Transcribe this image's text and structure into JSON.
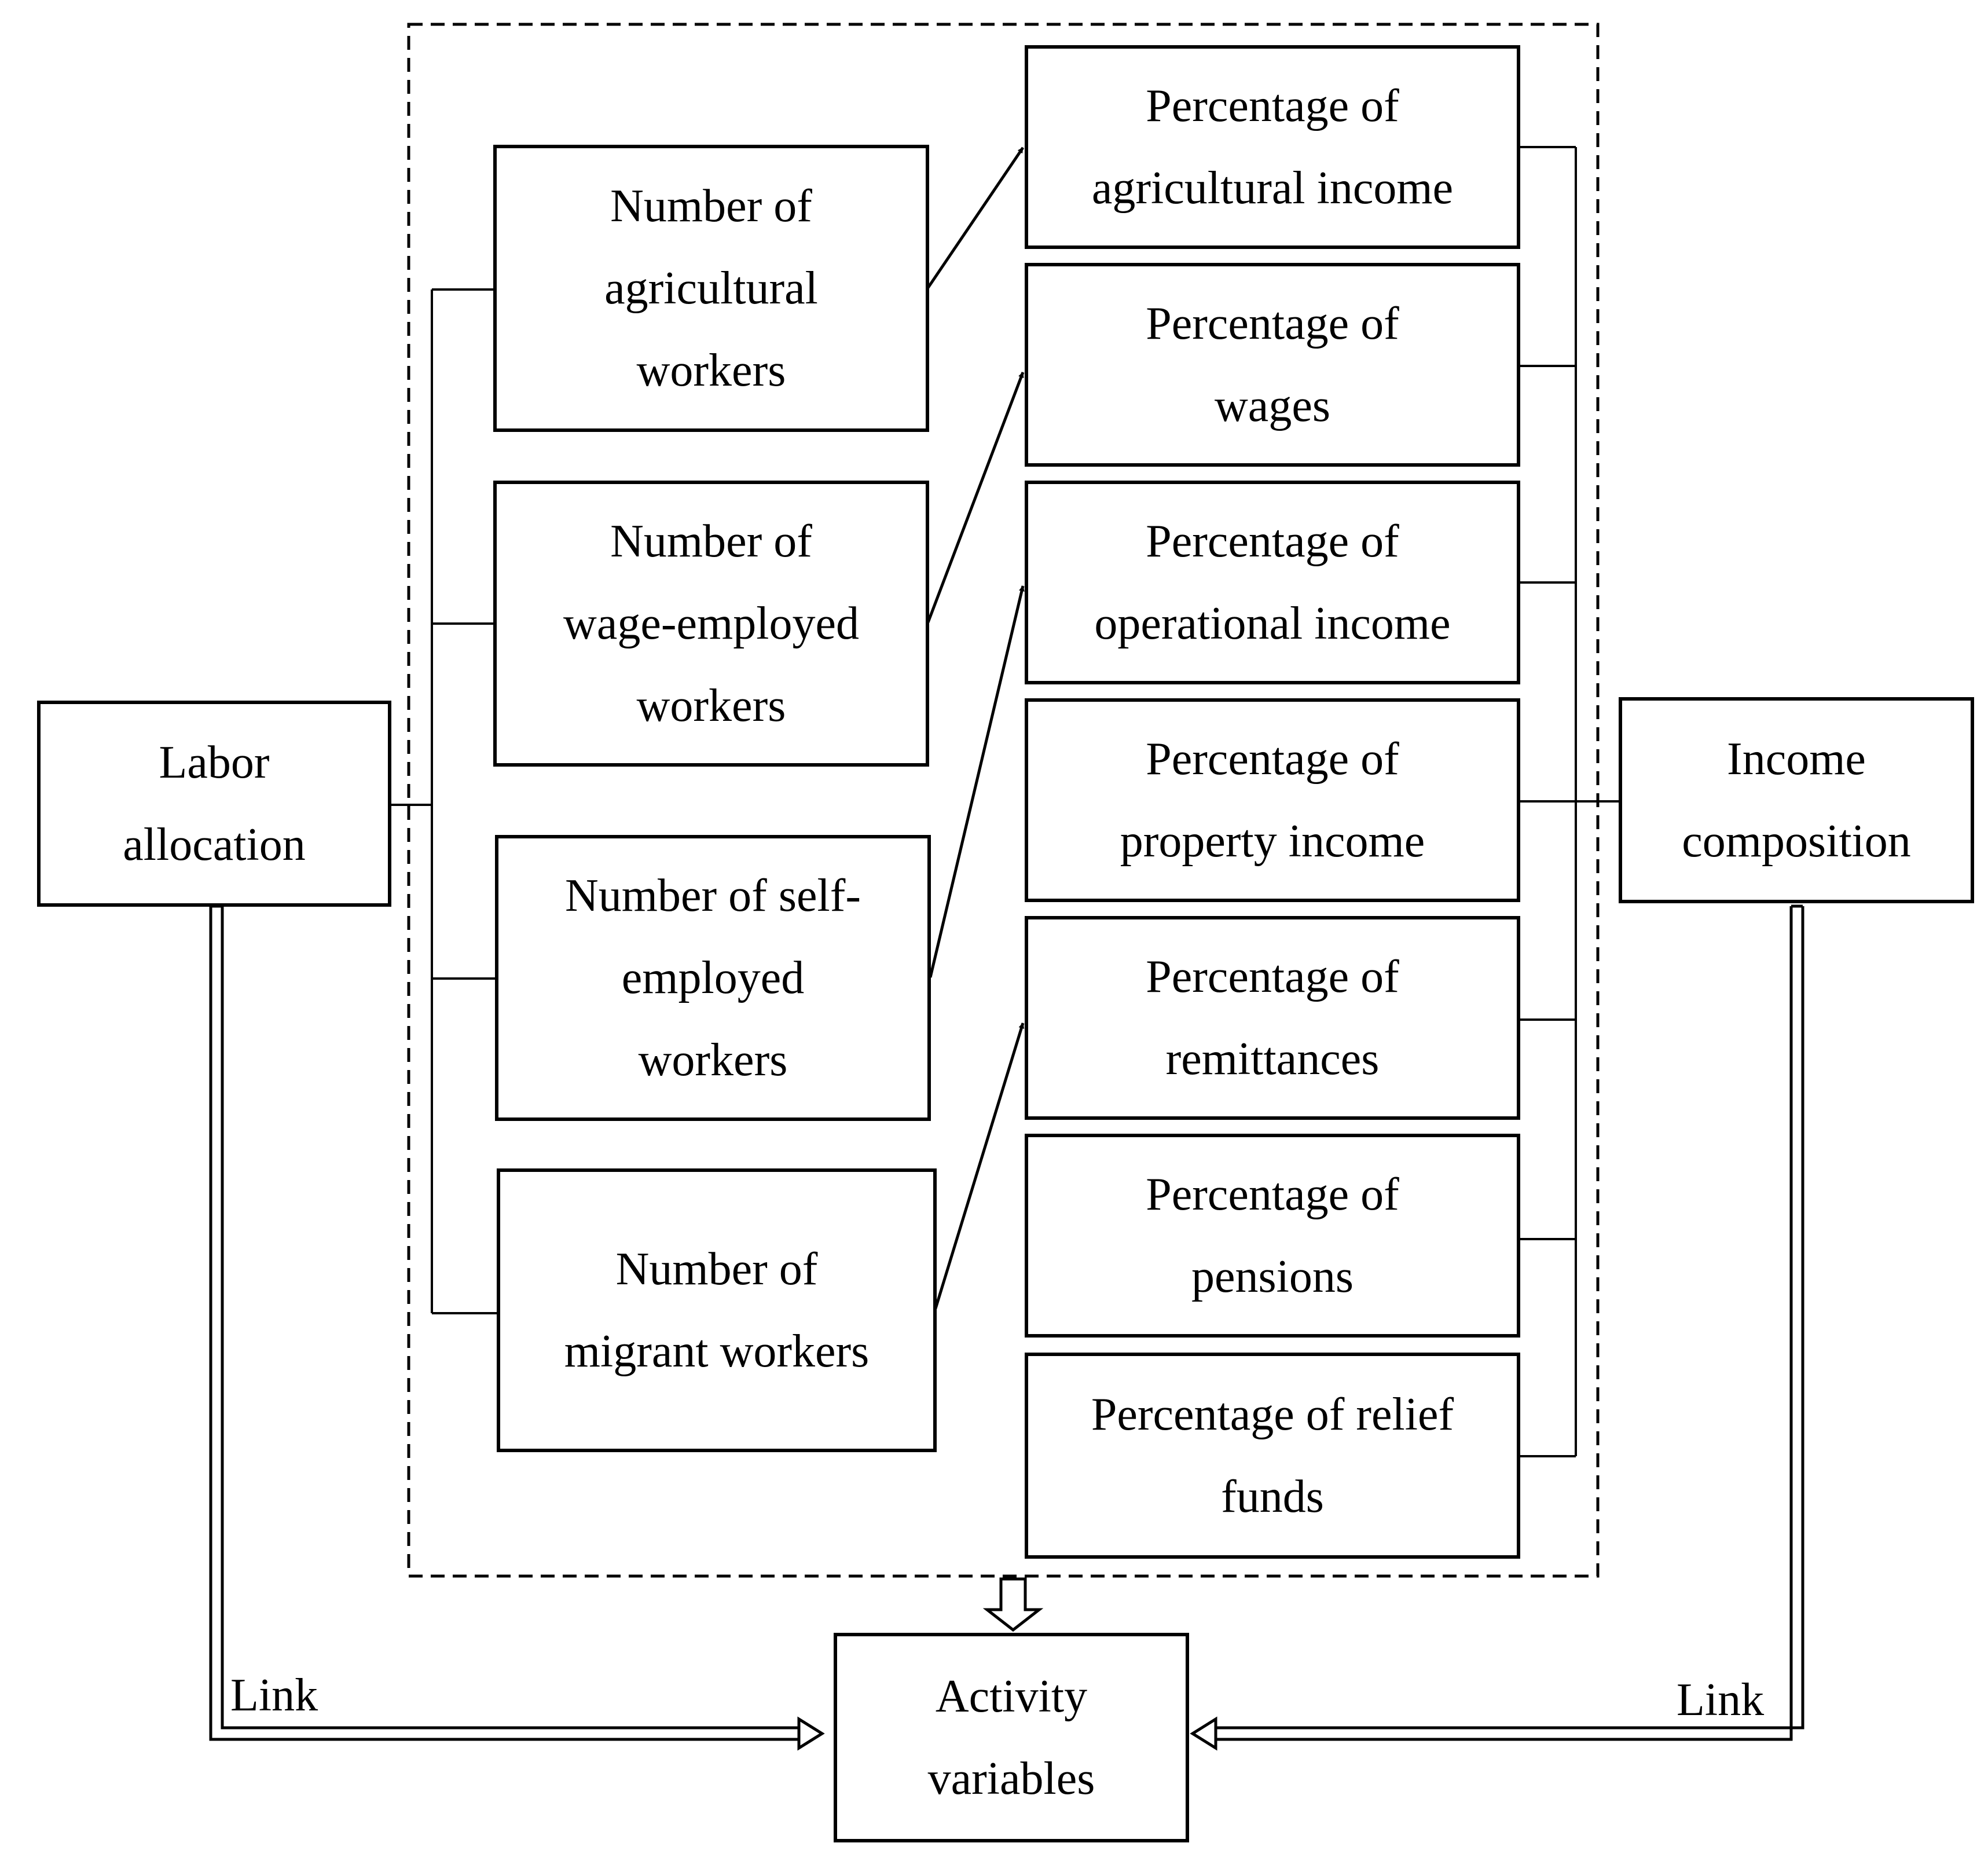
{
  "labor_allocation": "Labor\nallocation",
  "income_composition": "Income\ncomposition",
  "activity_variables": "Activity\nvariables",
  "labor_types": [
    "Number of\nagricultural\nworkers",
    "Number of\nwage-employed\nworkers",
    "Number of self-\nemployed\nworkers",
    "Number of\nmigrant workers"
  ],
  "income_types": [
    "Percentage of\nagricultural income",
    "Percentage of\nwages",
    "Percentage of\noperational income",
    "Percentage of\nproperty income",
    "Percentage of\nremittances",
    "Percentage of\npensions",
    "Percentage of relief\nfunds"
  ],
  "link_left": "Link",
  "link_right": "Link"
}
